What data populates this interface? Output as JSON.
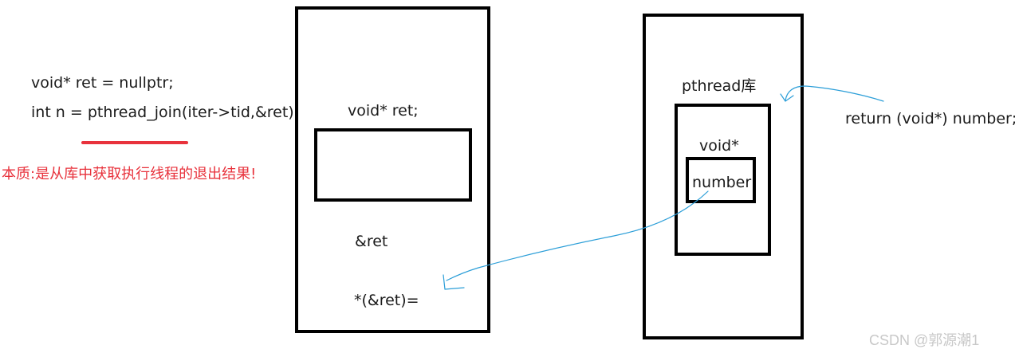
{
  "left_code": {
    "line1": "void* ret = nullptr;",
    "line2": "int n = pthread_join(iter->tid,&ret);"
  },
  "annotation": {
    "text": "本质:是从库中获取执行线程的退出结果!",
    "color": "#e8323c",
    "underline_color": "#e8323c"
  },
  "middle_frame": {
    "decl": "void* ret;",
    "ref": "&ret",
    "deref": "*(&ret)="
  },
  "right_frame": {
    "lib_label": "pthread库",
    "void_label": "void*",
    "number_label": "number"
  },
  "return_text": "return (void*) number;",
  "arrow_color": "#2b9ed8",
  "watermark": "CSDN @郭源潮1"
}
